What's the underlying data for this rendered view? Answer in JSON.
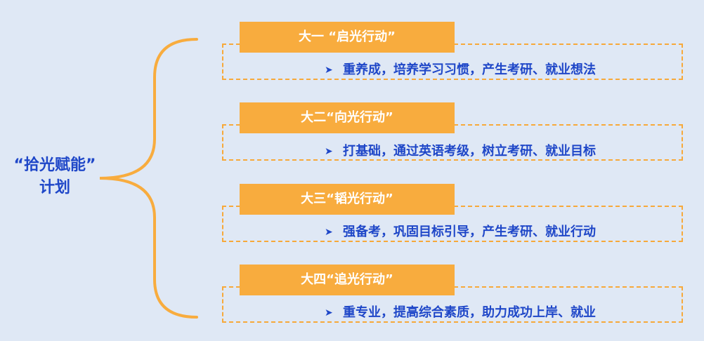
{
  "title": {
    "line1": "“拾光赋能”",
    "line2": "计划"
  },
  "colors": {
    "background": "#dfe8f5",
    "accent": "#f8ac3e",
    "text": "#1f47c8"
  },
  "stages": [
    {
      "label": "大一 “启光行动”",
      "desc": "重养成，培养学习习惯，产生考研、就业想法"
    },
    {
      "label": "大二“向光行动”",
      "desc": "打基础，通过英语考级，树立考研、就业目标"
    },
    {
      "label": "大三“韬光行动”",
      "desc": "强备考，巩固目标引导，产生考研、就业行动"
    },
    {
      "label": "大四“追光行动”",
      "desc": "重专业，提高综合素质，助力成功上岸、就业"
    }
  ],
  "icons": {
    "bullet": "arrow-bullet-icon"
  }
}
